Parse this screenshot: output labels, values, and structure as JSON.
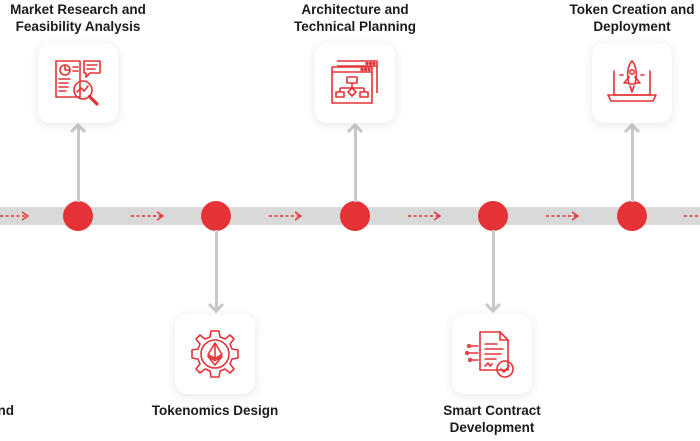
{
  "colors": {
    "accent": "#e53236",
    "track": "#d9d9d9",
    "connector": "#c9c9c9"
  },
  "steps": [
    {
      "label": "Market Research and\nFeasibility Analysis",
      "icon": "research-chart-magnifier-icon"
    },
    {
      "label": "Tokenomics Design",
      "icon": "gear-ethereum-icon"
    },
    {
      "label": "Architecture and\nTechnical Planning",
      "icon": "architecture-flowchart-window-icon"
    },
    {
      "label": "Smart Contract\nDevelopment",
      "icon": "contract-document-check-icon"
    },
    {
      "label": "Token Creation and\nDeployment",
      "icon": "rocket-laptop-icon"
    }
  ],
  "partial_label": "nd"
}
